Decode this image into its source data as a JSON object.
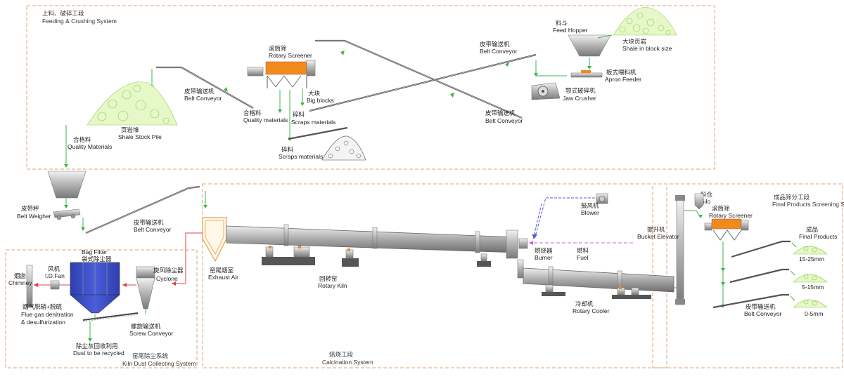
{
  "sections": {
    "feeding_cn": "上料、破碎工段",
    "feeding_en": "Feeding & Crushing System",
    "calcination_cn": "焙烧工段",
    "calcination_en": "Calcination System",
    "dust_cn": "窑尾除尘系统",
    "dust_en": "Kiln Dust Collecting System",
    "screening_cn": "成品筛分工段",
    "screening_en": "Final Products Screening System"
  },
  "labels": {
    "feed_hopper_cn": "料斗",
    "feed_hopper_en": "Feed Hopper",
    "shale_block_cn": "大块页岩",
    "shale_block_en": "Shale in block size",
    "apron_feeder_cn": "板式喂料机",
    "apron_feeder_en": "Apron Feeder",
    "jaw_crusher_cn": "颚式破碎机",
    "jaw_crusher_en": "Jaw Crusher",
    "belt_conveyor_top_cn": "皮带输送机",
    "belt_conveyor_top_en": "Belt Conveyor",
    "belt_conveyor_mid_cn": "皮带输送机",
    "belt_conveyor_mid_en": "Belt Conveyor",
    "belt_conveyor_left_cn": "皮带输送机",
    "belt_conveyor_left_en": "Belt Conveyor",
    "rotary_screener_cn": "滚筒筛",
    "rotary_screener_en": "Rotary Screener",
    "big_blocks_cn": "大块",
    "big_blocks_en": "Big blocks",
    "quality_mid_cn": "合格料",
    "quality_mid_en": "Quality materials",
    "scraps_a_cn": "碎料",
    "scraps_a_en": "Scraps materials",
    "scraps_b_cn": "碎料",
    "scraps_b_en": "Scraps materials",
    "stock_pile_cn": "页岩堆",
    "stock_pile_en": "Shale Stock Pile",
    "quality_left_cn": "合格料",
    "quality_left_en": "Quality Materials",
    "belt_weigher_cn": "皮带秤",
    "belt_weigher_en": "Belt Weigher",
    "belt_conveyor_kiln_cn": "皮带输送机",
    "belt_conveyor_kiln_en": "Belt Conveyor",
    "exhaust_cn": "窑尾烟室",
    "exhaust_en": "Exhaust Air",
    "rotary_kiln_cn": "回转窑",
    "rotary_kiln_en": "Rotary Kiln",
    "blower_cn": "鼓风机",
    "blower_en": "Blower",
    "burner_cn": "燃烧器",
    "burner_en": "Burner",
    "fuel_cn": "燃料",
    "fuel_en": "Fuel",
    "bucket_elevator_cn": "提升机",
    "bucket_elevator_en": "Bucket Elevator",
    "rotary_cooler_cn": "冷却机",
    "rotary_cooler_en": "Rotary Cooler",
    "silo_cn": "料仓",
    "silo_en": "Silo",
    "rotary_screener_r_cn": "滚筒筛",
    "rotary_screener_r_en": "Rotary Screener",
    "final_products_cn": "成品",
    "final_products_en": "Final Products",
    "size_1": "15-25mm",
    "size_2": "5-15mm",
    "size_3": "0-5mm",
    "belt_conveyor_r_cn": "皮带输送机",
    "belt_conveyor_r_en": "Belt Conveyor",
    "bag_filter_en": "Bag Filter",
    "bag_filter_cn": "袋式除尘器",
    "cyclone_cn": "旋风除尘器",
    "cyclone_en": "Cyclone",
    "chimney_cn": "烟囱",
    "chimney_en": "Chimney",
    "fan_cn": "风机",
    "fan_en": "I.D.Fan",
    "flue_cn": "烟气脱硝+脱硫",
    "flue_en1": "Flue gas denitration",
    "flue_en2": "& desulfurization",
    "screw_cn": "螺旋输送机",
    "screw_en": "Screw Conveyor",
    "dust_recycle_cn": "除尘灰回收利用",
    "dust_recycle_en": "Dust to be recycled"
  },
  "colors": {
    "section_border": "#e0a070",
    "material_flow": "#3cb44b",
    "gas_flow": "#e04040",
    "air_line": "#5a5ad8",
    "fuel_line": "#d060d0",
    "screener_body": "#f08a1c",
    "bag_filter": "#3d4fc4",
    "pile_fill": "#e6f7c8"
  },
  "icons": [
    "feed-hopper-icon",
    "jaw-crusher-icon",
    "rotary-screener-icon",
    "rotary-kiln-icon",
    "rotary-cooler-icon",
    "bucket-elevator-icon",
    "bag-filter-icon",
    "cyclone-icon",
    "blower-icon",
    "chimney-icon"
  ]
}
